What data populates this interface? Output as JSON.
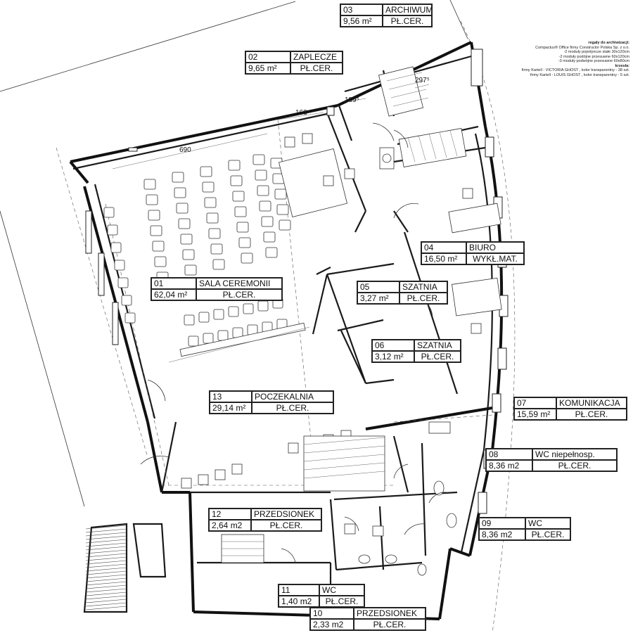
{
  "rooms": [
    {
      "id": "r03",
      "no": "03",
      "name": "ARCHIWUM",
      "area": "9,56 m²",
      "floor": "PŁ.CER."
    },
    {
      "id": "r02",
      "no": "02",
      "name": "ZAPLECZE",
      "area": "9,65 m²",
      "floor": "PŁ.CER."
    },
    {
      "id": "r04",
      "no": "04",
      "name": "BIURO",
      "area": "16,50 m²",
      "floor": "WYKŁ.MAT."
    },
    {
      "id": "r01",
      "no": "01",
      "name": "SALA CEREMONII",
      "area": "62,04 m²",
      "floor": "PŁ.CER."
    },
    {
      "id": "r05",
      "no": "05",
      "name": "SZATNIA",
      "area": "3,27 m²",
      "floor": "PŁ.CER."
    },
    {
      "id": "r06",
      "no": "06",
      "name": "SZATNIA",
      "area": "3,12 m²",
      "floor": "PŁ.CER."
    },
    {
      "id": "r13",
      "no": "13",
      "name": "POCZEKALNIA",
      "area": "29,14 m²",
      "floor": "PŁ.CER."
    },
    {
      "id": "r07",
      "no": "07",
      "name": "KOMUNIKACJA",
      "area": "15,59 m²",
      "floor": "PŁ.CER."
    },
    {
      "id": "r08",
      "no": "08",
      "name": "WC niepełnosp.",
      "area": "8,36 m2",
      "floor": "PŁ.CER."
    },
    {
      "id": "r12",
      "no": "12",
      "name": "PRZEDSIONEK",
      "area": "2,64 m2",
      "floor": "PŁ.CER."
    },
    {
      "id": "r09",
      "no": "09",
      "name": "WC",
      "area": "8,36 m2",
      "floor": "PŁ.CER."
    },
    {
      "id": "r11",
      "no": "11",
      "name": "WC",
      "area": "1,40 m2",
      "floor": "PŁ.CER."
    },
    {
      "id": "r10",
      "no": "10",
      "name": "PRZEDSIONEK",
      "area": "2,33 m2",
      "floor": "PŁ.CER."
    }
  ],
  "dimensions": {
    "d690": "690",
    "d168": "168",
    "d189": "189⁵",
    "d297": "297⁵"
  },
  "notes": {
    "title": "regały do archiwizacji:",
    "line1": "Compactus® Office firmy Constructor Polska Sp. z o.o.",
    "line2": "-2 moduły pojedyncze stałe 30x120cm",
    "line3": "-2 moduły podójne przesuwne 60x120cm",
    "line4": "-3 moduły podwójne przesuwne 60x80cm",
    "chairs_title": "krzesła:",
    "line5": "firmy Kartell - VICTORIA GHOST , kolor transparentny - 38 szt.",
    "line6": "firmy Kartell - LOUIS GHOST , kolor transparentny - 5 szt."
  }
}
